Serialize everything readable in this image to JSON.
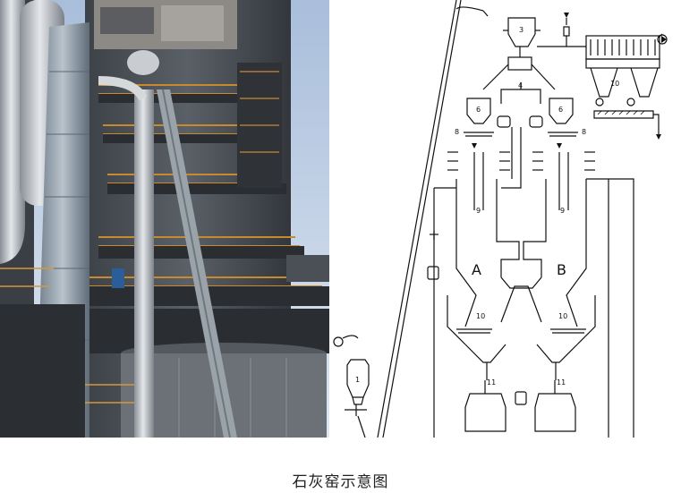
{
  "caption": "石灰窑示意图",
  "schematic": {
    "shaft_labels": [
      "A",
      "B"
    ],
    "part_numbers": [
      "1",
      "3",
      "4",
      "6",
      "6",
      "8",
      "8",
      "9",
      "9",
      "10",
      "10",
      "10",
      "11",
      "11"
    ]
  }
}
